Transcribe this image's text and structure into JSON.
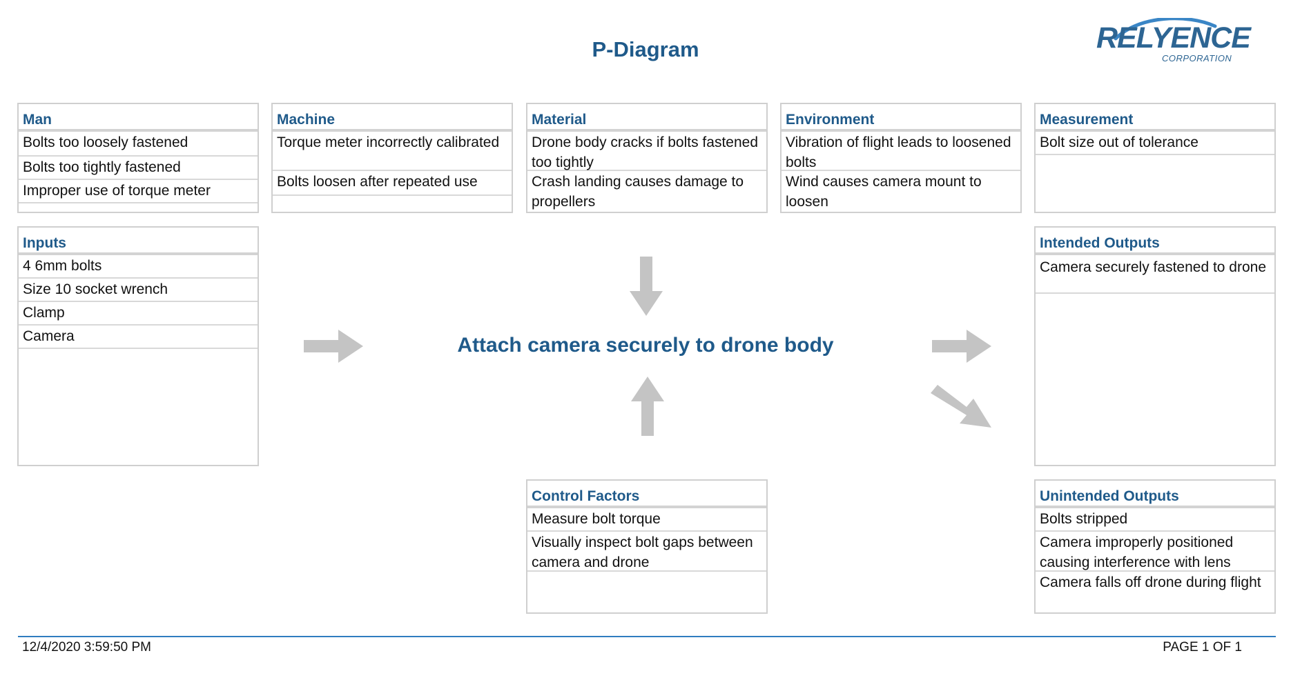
{
  "title": "P-Diagram",
  "logo": {
    "name": "RELYENCE",
    "sub": "CORPORATION"
  },
  "boxes": {
    "man": {
      "title": "Man",
      "items": [
        "Bolts too loosely fastened",
        "Bolts too tightly fastened",
        "Improper use of torque meter"
      ]
    },
    "machine": {
      "title": "Machine",
      "items": [
        "Torque meter incorrectly calibrated",
        "Bolts loosen after repeated use"
      ]
    },
    "material": {
      "title": "Material",
      "items": [
        "Drone body cracks if bolts fastened too tightly",
        "Crash landing causes damage to propellers"
      ]
    },
    "environment": {
      "title": "Environment",
      "items": [
        "Vibration of flight leads to loosened bolts",
        "Wind causes camera mount to loosen"
      ]
    },
    "measurement": {
      "title": "Measurement",
      "items": [
        "Bolt size out of tolerance"
      ]
    },
    "inputs": {
      "title": "Inputs",
      "items": [
        "4 6mm bolts",
        "Size 10 socket wrench",
        "Clamp",
        "Camera"
      ]
    },
    "intended_outputs": {
      "title": "Intended Outputs",
      "items": [
        "Camera securely fastened to drone"
      ]
    },
    "control_factors": {
      "title": "Control Factors",
      "items": [
        "Measure bolt torque",
        "Visually inspect bolt gaps between camera and drone"
      ]
    },
    "unintended_outputs": {
      "title": "Unintended Outputs",
      "items": [
        "Bolts stripped",
        "Camera improperly positioned causing interference with lens",
        "Camera falls off drone during flight"
      ]
    }
  },
  "center": "Attach camera securely to drone body",
  "footer": {
    "timestamp": "12/4/2020 3:59:50 PM",
    "page": "PAGE 1 OF 1"
  },
  "colors": {
    "heading": "#1f5a8a",
    "border": "#cfcfcf",
    "arrow": "#c4c4c4",
    "footer_rule": "#2f7cc0"
  }
}
